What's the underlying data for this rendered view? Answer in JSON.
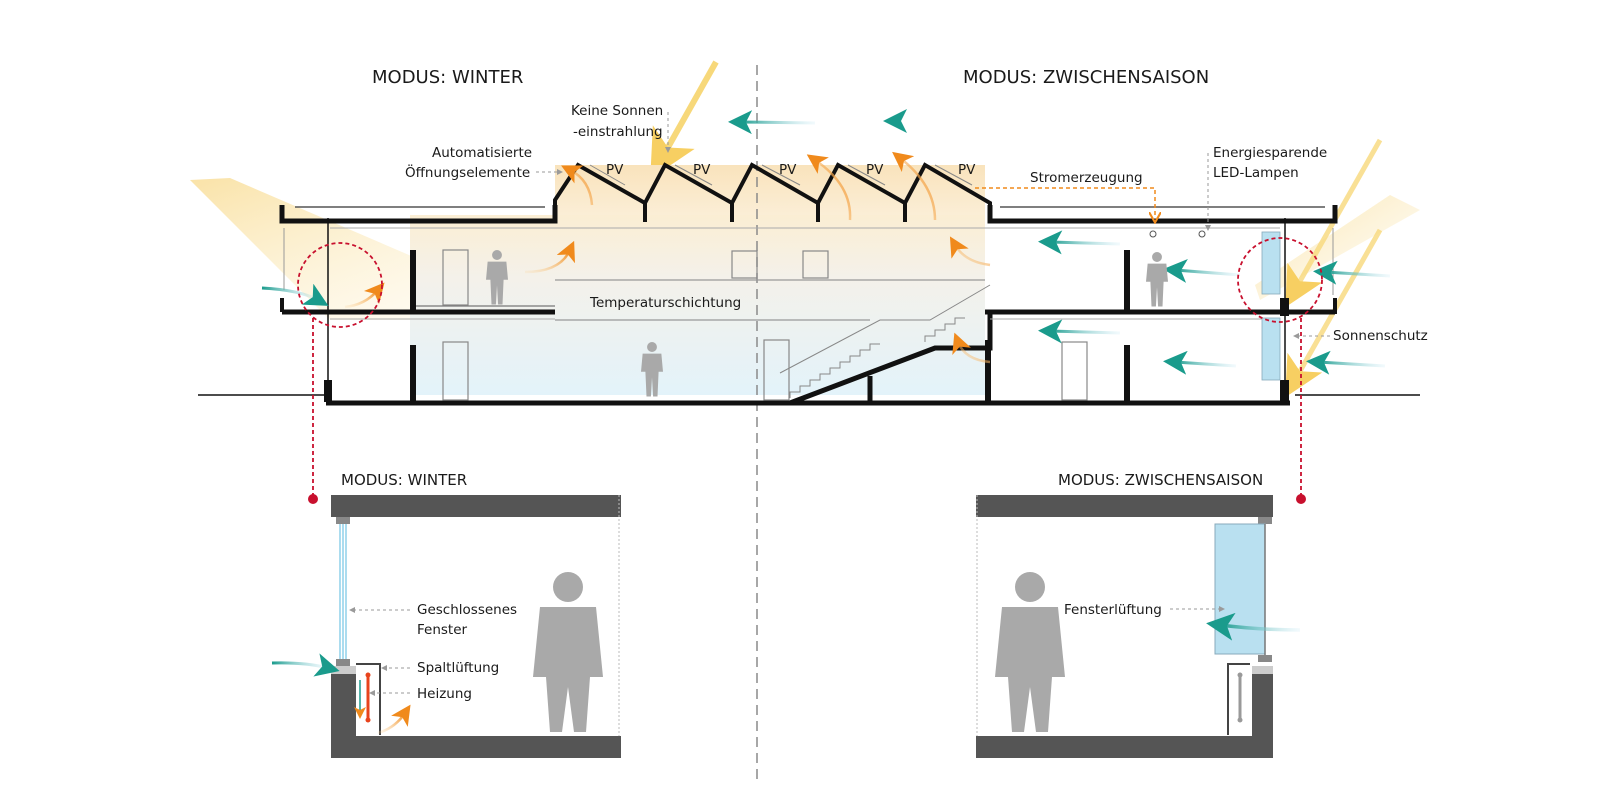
{
  "titles": {
    "left_top": "MODUS:  WINTER",
    "right_top": "MODUS:  ZWISCHENSAISON",
    "left_detail": "MODUS:  WINTER",
    "right_detail": "MODUS:  ZWISCHENSAISON"
  },
  "labels": {
    "keine_sonnen_1": "Keine Sonnen",
    "keine_sonnen_2": "-einstrahlung",
    "automatisierte_1": "Automatisierte",
    "automatisierte_2": "Öffnungselemente",
    "pv": [
      "PV",
      "PV",
      "PV",
      "PV",
      "PV"
    ],
    "stromerzeugung": "Stromerzeugung",
    "energie_1": "Energiesparende",
    "energie_2": "LED-Lampen",
    "temperatur": "Temperaturschichtung",
    "sonnenschutz": "Sonnenschutz"
  },
  "detail_winter": {
    "geschlossenes_1": "Geschlossenes",
    "geschlossenes_2": "Fenster",
    "spaltlueftung": "Spaltlüftung",
    "heizung": "Heizung"
  },
  "detail_zwischen": {
    "fensterlueftung": "Fensterlüftung"
  },
  "colors": {
    "wall": "#111111",
    "detail_wall": "#555555",
    "warm_air": "#f08a1c",
    "cool_air": "#1a9b8c",
    "sun": "#f7d87a",
    "glass": "#b9e0f0",
    "marker": "#c8102e",
    "person": "#a9a9a9"
  }
}
